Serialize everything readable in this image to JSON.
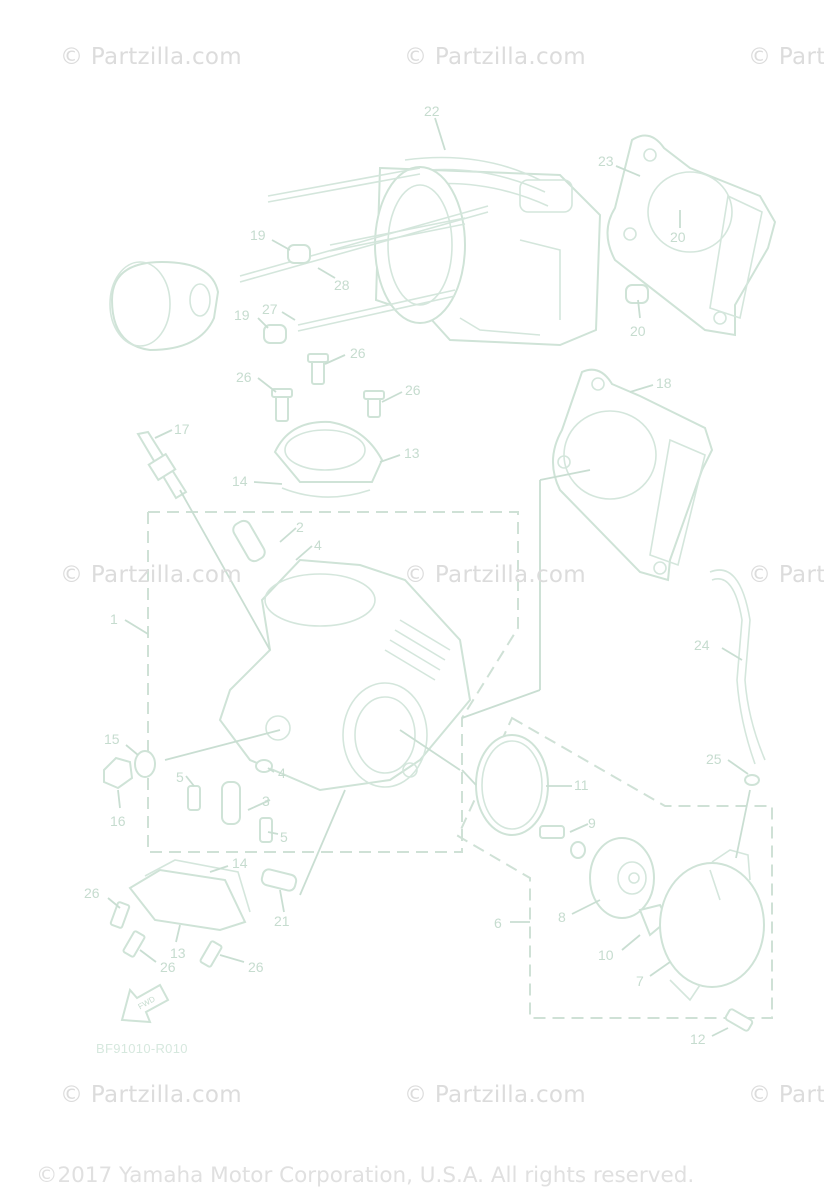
{
  "watermark": {
    "text": "© Partzilla.com",
    "text_cut": "© Part"
  },
  "diagram_code": "BF91010-R010",
  "copyright": "©2017 Yamaha Motor Corporation, U.S.A. All rights reserved.",
  "fwd_icon_label": "FWD",
  "callouts": [
    "22",
    "23",
    "20",
    "19",
    "28",
    "27",
    "19",
    "20",
    "26",
    "26",
    "26",
    "18",
    "17",
    "13",
    "14",
    "2",
    "4",
    "1",
    "24",
    "15",
    "16",
    "5",
    "4",
    "3",
    "5",
    "25",
    "11",
    "9",
    "14",
    "26",
    "13",
    "26",
    "26",
    "21",
    "6",
    "8",
    "10",
    "7",
    "12"
  ],
  "colors": {
    "line": "#c9ded2",
    "watermark": "#dcdcdc",
    "background": "#ffffff"
  }
}
